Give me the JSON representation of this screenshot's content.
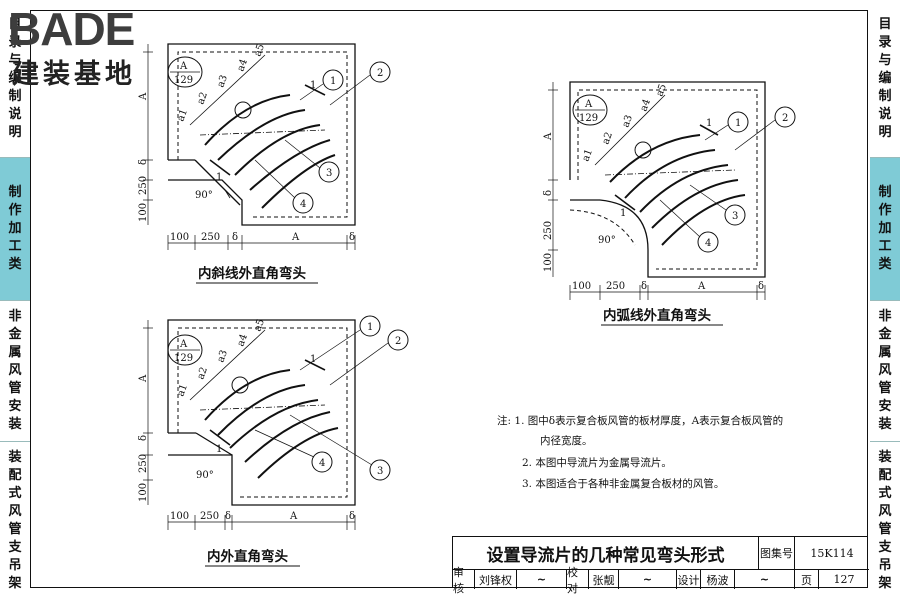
{
  "logo": {
    "word": "BADE",
    "sub": "建装基地"
  },
  "left_tabs": [
    {
      "label": "目录与编制说明",
      "active": false
    },
    {
      "label": "制作加工类",
      "active": true
    },
    {
      "label": "非金属风管安装",
      "active": false
    },
    {
      "label": "装配式风管支吊架",
      "active": false
    }
  ],
  "right_tabs": [
    {
      "label": "目录与编制说明",
      "active": false
    },
    {
      "label": "制作加工类",
      "active": true
    },
    {
      "label": "非金属风管安装",
      "active": false
    },
    {
      "label": "装配式风管支吊架",
      "active": false
    }
  ],
  "drawings": {
    "d1": {
      "caption": "内斜线外直角弯头",
      "ref_top": "A",
      "ref_bottom": "129"
    },
    "d2": {
      "caption": "内弧线外直角弯头",
      "ref_top": "A",
      "ref_bottom": "129"
    },
    "d3": {
      "caption": "内外直角弯头",
      "ref_top": "A",
      "ref_bottom": "129"
    }
  },
  "dims": {
    "d100": "100",
    "d250": "250",
    "dA": "A",
    "delta": "δ",
    "angle": "90°",
    "a1": "a1",
    "a2": "a2",
    "a3": "a3",
    "a4": "a4",
    "a5": "a5",
    "i": "1"
  },
  "callouts": [
    "1",
    "2",
    "3",
    "4"
  ],
  "notes": {
    "prefix": "注:",
    "n1": "1. 图中δ表示复合板风管的板材厚度，A表示复合板风管的",
    "n1b": "内径宽度。",
    "n2": "2. 本图中导流片为金属导流片。",
    "n3": "3. 本图适合于各种非金属复合板材的风管。"
  },
  "title_block": {
    "title": "设置导流片的几种常见弯头形式",
    "atlas_label": "图集号",
    "atlas_no": "15K114",
    "review_label": "审核",
    "reviewer": "刘锋权",
    "check_label": "校对",
    "checker": "张靓",
    "design_label": "设计",
    "designer": "杨波",
    "page_label": "页",
    "page_no": "127"
  }
}
